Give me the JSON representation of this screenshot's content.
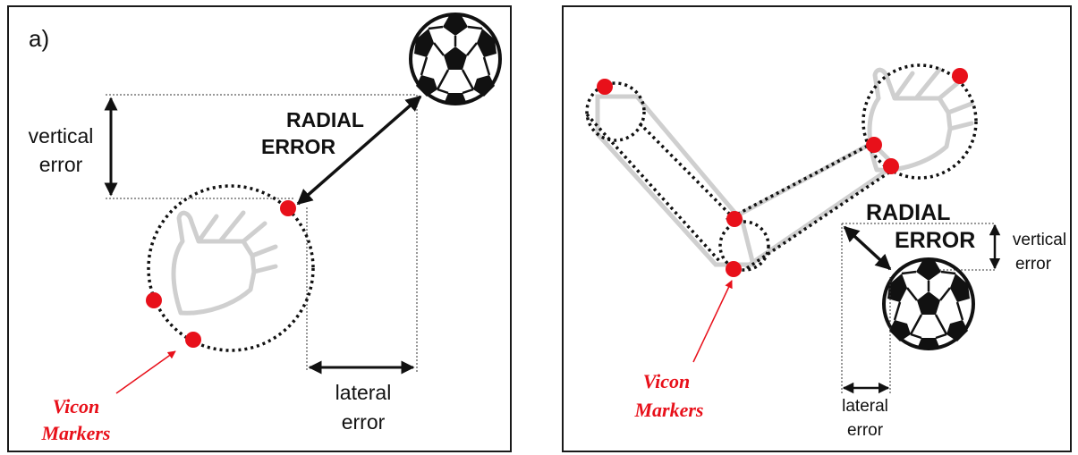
{
  "panel_a": {
    "label": "a)",
    "radial_error": [
      "RADIAL",
      "ERROR"
    ],
    "vertical_error": [
      "vertical",
      "error"
    ],
    "lateral_error": [
      "lateral",
      "error"
    ],
    "markers_label": [
      "Vicon",
      "Markers"
    ]
  },
  "panel_b": {
    "radial_error": [
      "RADIAL",
      "ERROR"
    ],
    "vertical_error": [
      "vertical",
      "error"
    ],
    "lateral_error": [
      "lateral",
      "error"
    ],
    "markers_label": [
      "Vicon",
      "Markers"
    ]
  },
  "colors": {
    "marker": "#e8101a",
    "limb": "#c8c8c8",
    "line": "#111111"
  }
}
